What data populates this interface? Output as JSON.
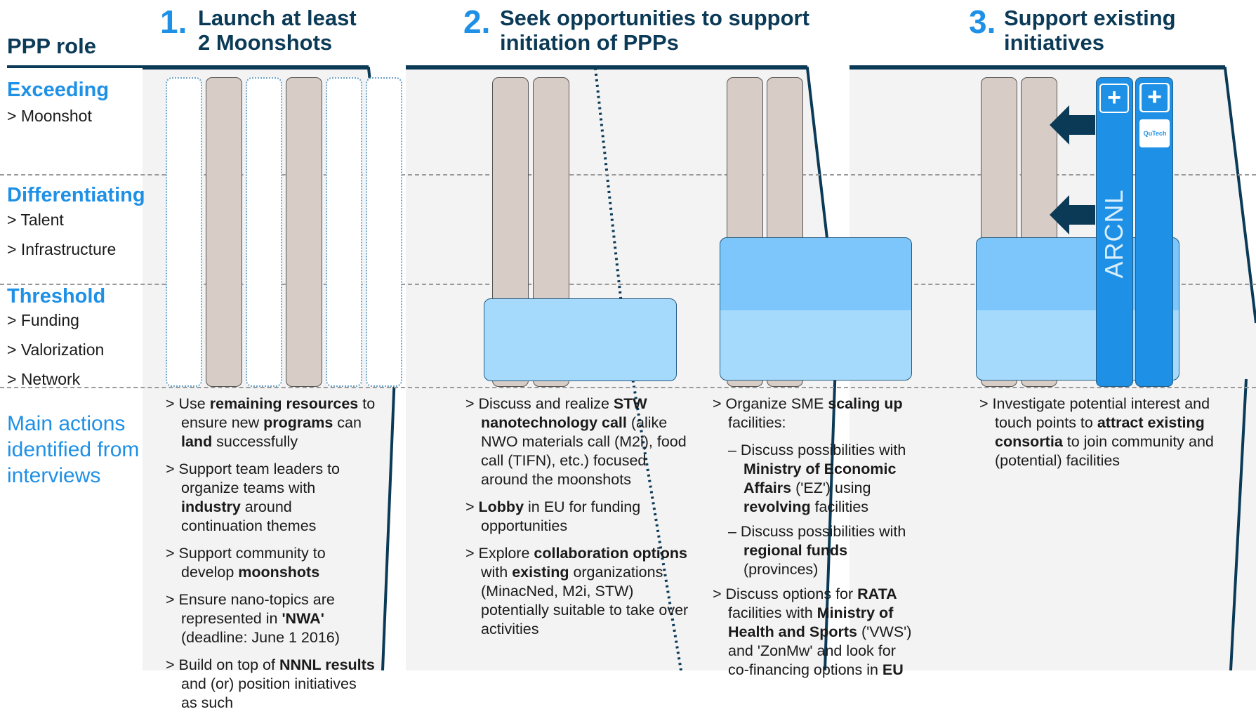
{
  "roles": {
    "header": "PPP role",
    "exceeding": {
      "title": "Exceeding",
      "items": [
        "> Moonshot"
      ]
    },
    "differentiating": {
      "title": "Differentiating",
      "items": [
        "> Talent",
        "> Infrastructure"
      ]
    },
    "threshold": {
      "title": "Threshold",
      "items": [
        "> Funding",
        "> Valorization",
        "> Network"
      ]
    },
    "main_actions": "Main actions identified from interviews"
  },
  "columns": [
    {
      "number": "1.",
      "title_line1": "Launch at least",
      "title_line2": "2 Moonshots",
      "actions": [
        "> Use remaining resources to ensure new programs can land successfully",
        "> Support team leaders to organize teams with industry around continuation themes",
        "> Support community to develop moonshots",
        "> Ensure nano-topics are represented in 'NWA' (deadline: June 1 2016)",
        "> Build on top of NNNL results and (or) position initiatives as such"
      ]
    },
    {
      "number": "2.",
      "title_line1": "Seek opportunities to support",
      "title_line2": "initiation of PPPs",
      "actions_left": [
        "> Discuss and realize STW nanotechnology call (alike NWO materials call (M2i), food call (TIFN), etc.) focused around the moonshots",
        "> Lobby in EU for funding opportunities",
        "> Explore collaboration options with existing organizations (MinacNed, M2i, STW) potentially suitable to take over activities"
      ],
      "actions_right": [
        "> Organize SME scaling up facilities:",
        "– Discuss possibilities with Ministry of Economic Affairs ('EZ') using revolving facilities",
        "– Discuss possibilities with regional funds (provinces)",
        "> Discuss options for RATA facilities with Ministry of Health and Sports ('VWS') and 'ZonMw' and look for co-financing options in EU"
      ]
    },
    {
      "number": "3.",
      "title_line1": "Support existing",
      "title_line2": "initiatives",
      "actions": [
        "> Investigate potential interest and touch points to attract existing consortia to join community and (potential) facilities"
      ],
      "logo_text": "ARCNL",
      "logo2_text": "QuTech"
    }
  ],
  "colors": {
    "navy": "#0b3a57",
    "accent_blue": "#1e90e6",
    "panel_gray": "#f3f3f3",
    "bar_fill": "#d7ccc6",
    "box_upper": "#7cc6fb",
    "box_lower": "#a6dafc",
    "arcnl_bar": "#1e90e6"
  }
}
